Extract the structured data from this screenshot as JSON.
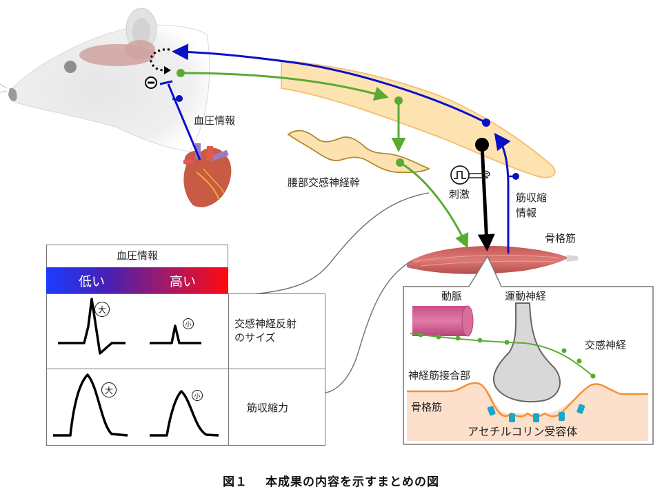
{
  "figure": {
    "caption_number": "図１",
    "caption_text": "本成果の内容を示すまとめの図"
  },
  "labels": {
    "blood_pressure_info": "血圧情報",
    "lumbar_sympathetic_trunk": "腰部交感神経幹",
    "stimulation": "刺激",
    "muscle_contraction_info_line1": "筋収縮",
    "muscle_contraction_info_line2": "情報",
    "skeletal_muscle": "骨格筋"
  },
  "table": {
    "title": "血圧情報",
    "gradient_low": "低い",
    "gradient_high": "高い",
    "rows": [
      {
        "label_line1": "交感神経反射",
        "label_line2": "のサイズ",
        "low_badge": "大",
        "high_badge": "小"
      },
      {
        "label_line1": "筋収縮力",
        "label_line2": "",
        "low_badge": "大",
        "high_badge": "小"
      }
    ]
  },
  "inset": {
    "artery": "動脈",
    "motor_nerve": "運動神経",
    "sympathetic_nerve": "交感神経",
    "neuromuscular_junction": "神経筋接合部",
    "skeletal_muscle": "骨格筋",
    "ach_receptor": "アセチルコリン受容体"
  },
  "symbols": {
    "inhibition": "⊖"
  },
  "colors": {
    "afferent_blue": "#0a10c8",
    "sympathetic_green": "#5aaa32",
    "motor_black": "#000000",
    "spinal_cord": "#fde3b0",
    "muscle": "#d77070",
    "receptor": "#1aa7c8"
  }
}
